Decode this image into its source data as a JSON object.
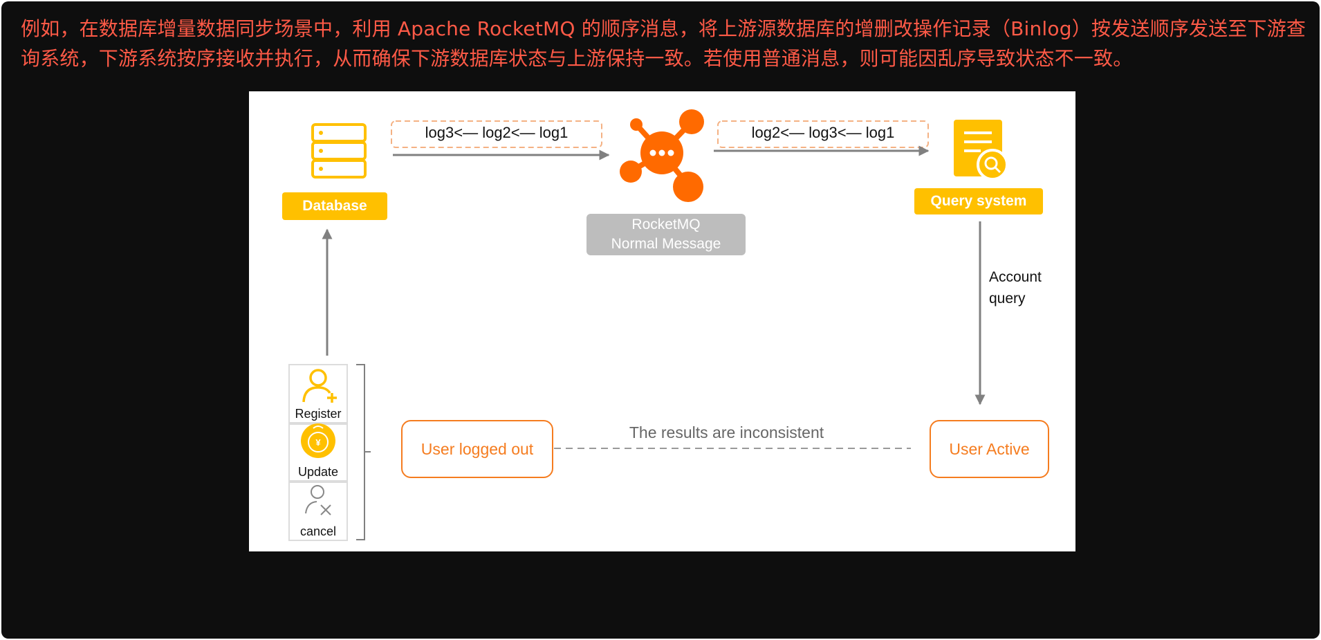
{
  "intro_text": "例如，在数据库增量数据同步场景中，利用 Apache RocketMQ 的顺序消息，将上游源数据库的增删改操作记录（Binlog）按发送顺序发送至下游查询系统，下游系统按序接收并执行，从而确保下游数据库状态与上游保持一致。若使用普通消息，则可能因乱序导致状态不一致。",
  "diagram": {
    "database_label": "Database",
    "send_order": "log3<— log2<— log1",
    "broker_line1": "RocketMQ",
    "broker_line2": "Normal Message",
    "receive_order": "log2<— log3<— log1",
    "query_label": "Query system",
    "query_arrow_line1": "Account",
    "query_arrow_line2": "query",
    "operations": [
      "Register",
      "Update",
      "cancel"
    ],
    "left_state": "User logged out",
    "right_state": "User Active",
    "mismatch_note": "The results are inconsistent"
  },
  "colors": {
    "intro_text": "#ff5a47",
    "tag_yellow": "#ffc000",
    "broker_orange": "#ff6a00",
    "state_orange": "#f57c1f",
    "broker_tag_gray": "#bdbdbd",
    "arrow_gray": "#808080"
  },
  "icons": {
    "database": "database-icon",
    "broker": "rocketmq-broker-icon",
    "query": "document-search-icon",
    "register": "user-add-icon",
    "update": "money-bag-icon",
    "cancel": "user-remove-icon"
  }
}
